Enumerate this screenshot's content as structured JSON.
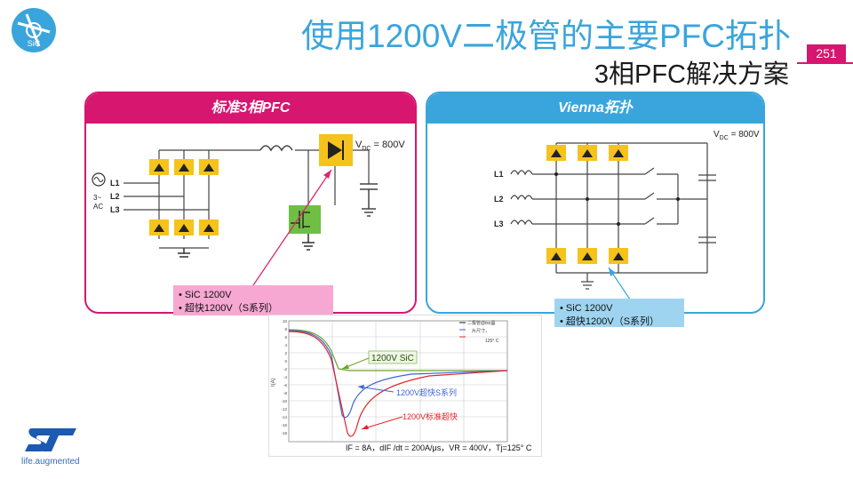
{
  "header": {
    "title": "使用1200V二极管的主要PFC拓扑",
    "subtitle": "3相PFC解决方案",
    "page_number": "251"
  },
  "logos": {
    "corner_badge_text": "SiC",
    "brand_tagline": "life.augmented"
  },
  "left_panel": {
    "title": "标准3相PFC",
    "vdc_label": "V",
    "vdc_sub": "DC",
    "vdc_value": " = 800V",
    "source_label_1": "3~",
    "source_label_2": "AC",
    "lines": [
      "L1",
      "L2",
      "L3"
    ],
    "callout": [
      "•  SiC 1200V",
      "•  超快1200V（S系列）"
    ]
  },
  "right_panel": {
    "title": "Vienna拓扑",
    "vdc_label": "V",
    "vdc_sub": "DC",
    "vdc_value": " = 800V",
    "lines": [
      "L1",
      "L2",
      "L3"
    ],
    "callout": [
      "•  SiC 1200V",
      "•  超快1200V（S系列）"
    ]
  },
  "graph": {
    "legend": [
      "二极管@iso晶",
      "片尺寸，",
      "125° C"
    ],
    "ylabel": "I(A)",
    "ytick_labels": [
      "10",
      "8",
      "6",
      "4",
      "2",
      "0",
      "-2",
      "-4",
      "-6",
      "-8",
      "-10",
      "-12",
      "-14",
      "-16",
      "-18"
    ],
    "label_sic": "1200V SiC",
    "label_s": "1200V超快S系列",
    "label_std": "1200V标准超快",
    "conditions": "IF = 8A，dIF /dt = 200A/μs，VR = 400V，Tj=125° C",
    "colors": {
      "sic": "#6aa42a",
      "s_series": "#3c63d8",
      "standard": "#e0262a"
    }
  },
  "colors": {
    "accent_blue": "#3aa5dc",
    "accent_magenta": "#d6166f",
    "yellow": "#f6c21c",
    "green": "#6fbf44"
  }
}
